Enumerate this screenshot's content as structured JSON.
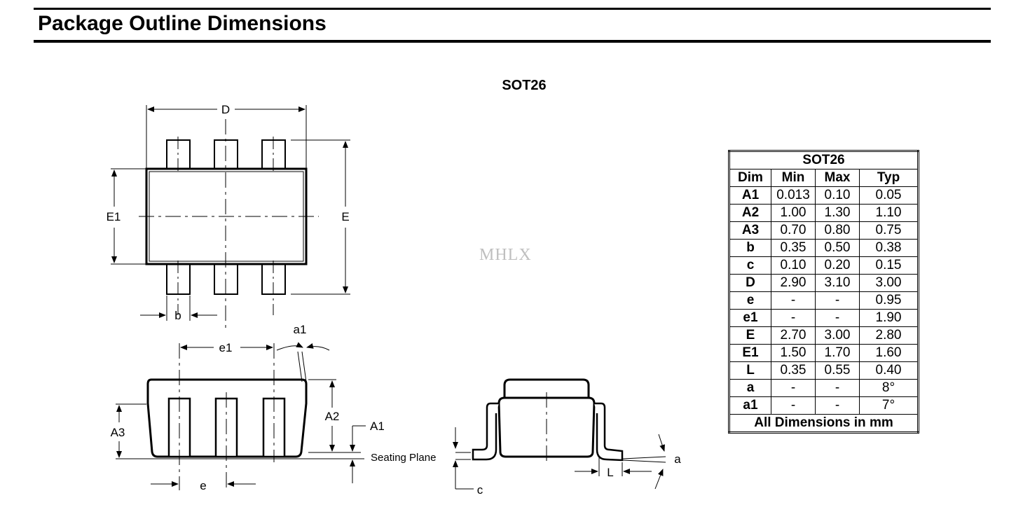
{
  "page": {
    "heading": "Package Outline Dimensions",
    "package_title": "SOT26",
    "watermark": "MHLX"
  },
  "drawing_labels": {
    "D": "D",
    "E": "E",
    "E1": "E1",
    "b": "b",
    "e1": "e1",
    "e": "e",
    "a1": "a1",
    "A2": "A2",
    "A1": "A1",
    "A3": "A3",
    "seating_plane": "Seating Plane",
    "c": "c",
    "L": "L",
    "a": "a"
  },
  "table": {
    "title": "SOT26",
    "headers": [
      "Dim",
      "Min",
      "Max",
      "Typ"
    ],
    "rows": [
      [
        "A1",
        "0.013",
        "0.10",
        "0.05"
      ],
      [
        "A2",
        "1.00",
        "1.30",
        "1.10"
      ],
      [
        "A3",
        "0.70",
        "0.80",
        "0.75"
      ],
      [
        "b",
        "0.35",
        "0.50",
        "0.38"
      ],
      [
        "c",
        "0.10",
        "0.20",
        "0.15"
      ],
      [
        "D",
        "2.90",
        "3.10",
        "3.00"
      ],
      [
        "e",
        "-",
        "-",
        "0.95"
      ],
      [
        "e1",
        "-",
        "-",
        "1.90"
      ],
      [
        "E",
        "2.70",
        "3.00",
        "2.80"
      ],
      [
        "E1",
        "1.50",
        "1.70",
        "1.60"
      ],
      [
        "L",
        "0.35",
        "0.55",
        "0.40"
      ],
      [
        "a",
        "-",
        "-",
        "8°"
      ],
      [
        "a1",
        "-",
        "-",
        "7°"
      ]
    ],
    "footer": "All Dimensions in mm"
  }
}
